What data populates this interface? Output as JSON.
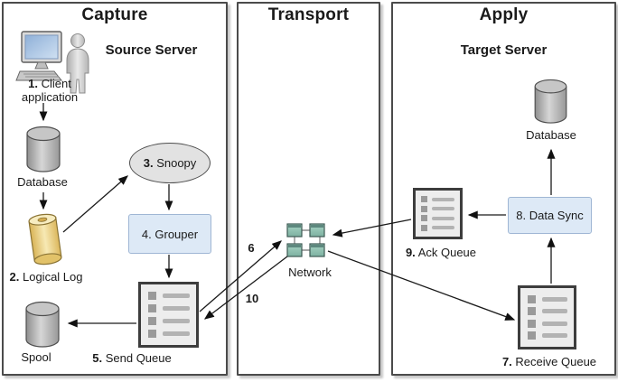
{
  "panels": {
    "capture": {
      "title": "Capture",
      "subtitle": "Source Server"
    },
    "transport": {
      "title": "Transport"
    },
    "apply": {
      "title": "Apply",
      "subtitle": "Target Server"
    }
  },
  "nodes": {
    "client_app": {
      "num": "1.",
      "label": "Client application"
    },
    "source_database": {
      "label": "Database"
    },
    "logical_log": {
      "num": "2.",
      "label": "Logical Log"
    },
    "snoopy": {
      "num": "3.",
      "label": "Snoopy"
    },
    "grouper": {
      "num": "4.",
      "label": "Grouper"
    },
    "send_queue": {
      "num": "5.",
      "label": "Send Queue"
    },
    "spool": {
      "label": "Spool"
    },
    "network": {
      "label": "Network"
    },
    "receive_queue": {
      "num": "7.",
      "label": "Receive Queue"
    },
    "data_sync": {
      "num": "8.",
      "label": "Data Sync"
    },
    "ack_queue": {
      "num": "9.",
      "label": "Ack Queue"
    },
    "target_database": {
      "label": "Database"
    }
  },
  "flow_labels": {
    "send": "6",
    "ack": "10"
  },
  "colors": {
    "panel_border": "#4b4b4b",
    "blue_box_fill": "#dde9f6",
    "blue_box_border": "#9fb6d4",
    "queue_fill": "#ededed",
    "queue_border": "#3d3d3d",
    "network_square_fill": "#8fc3b3",
    "network_square_border": "#3e5a54",
    "scroll_fill": "#eccf7e",
    "ellipse_fill": "#e2e2e2"
  }
}
